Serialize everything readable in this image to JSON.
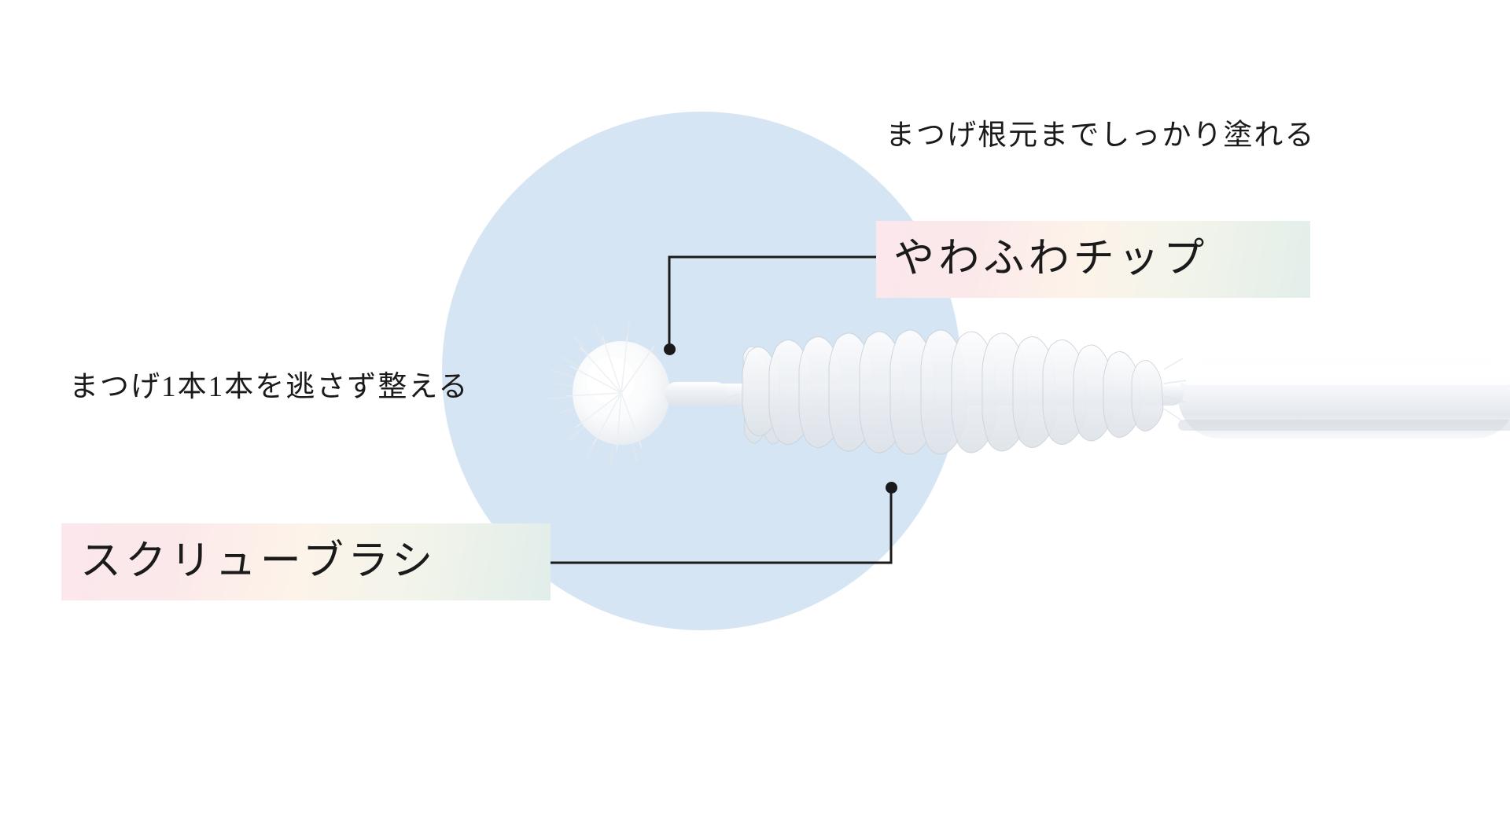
{
  "graphic": {
    "title": "mascara-wand-feature-callout",
    "background_color": "#ffffff",
    "circle_color": "#d6e5f3",
    "line_color": "#1a1a1a",
    "text_color": "#1a1a1a",
    "chip_gradient_from": "#fbe7ec",
    "chip_gradient_mid": "#fdf3e9",
    "chip_gradient_to": "#e3eeea"
  },
  "callouts": {
    "tip": {
      "caption": "まつげ根元までしっかり塗れる",
      "label": "やわふわチップ"
    },
    "brush": {
      "caption": "まつげ1本1本を逃さず整える",
      "label": "スクリューブラシ"
    }
  }
}
